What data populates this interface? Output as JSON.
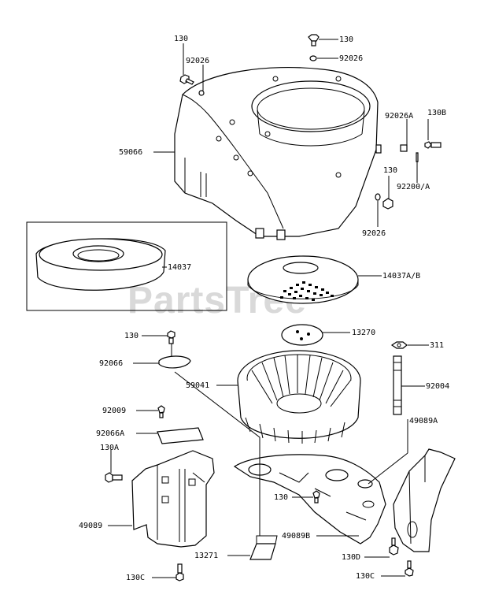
{
  "watermark": "PartsTree",
  "callouts": [
    {
      "id": "c130-top",
      "text": "130"
    },
    {
      "id": "c92026-top",
      "text": "92026"
    },
    {
      "id": "c130-left",
      "text": "130"
    },
    {
      "id": "c92026-left",
      "text": "92026"
    },
    {
      "id": "c59066",
      "text": "59066"
    },
    {
      "id": "c92026A",
      "text": "92026A"
    },
    {
      "id": "c130B",
      "text": "130B"
    },
    {
      "id": "c130-right",
      "text": "130"
    },
    {
      "id": "c92200A",
      "text": "92200/A"
    },
    {
      "id": "c92026-right",
      "text": "92026"
    },
    {
      "id": "c14037",
      "text": "14037"
    },
    {
      "id": "c14037AB",
      "text": "14037A/B"
    },
    {
      "id": "c13270",
      "text": "13270"
    },
    {
      "id": "c130-mid",
      "text": "130"
    },
    {
      "id": "c311",
      "text": "311"
    },
    {
      "id": "c92066",
      "text": "92066"
    },
    {
      "id": "c59041",
      "text": "59041"
    },
    {
      "id": "c92004",
      "text": "92004"
    },
    {
      "id": "c92009",
      "text": "92009"
    },
    {
      "id": "c49089A",
      "text": "49089A"
    },
    {
      "id": "c92066A",
      "text": "92066A"
    },
    {
      "id": "c130A",
      "text": "130A"
    },
    {
      "id": "c130-lower",
      "text": "130"
    },
    {
      "id": "c49089",
      "text": "49089"
    },
    {
      "id": "c49089B",
      "text": "49089B"
    },
    {
      "id": "c130D",
      "text": "130D"
    },
    {
      "id": "c13271",
      "text": "13271"
    },
    {
      "id": "c130C-left",
      "text": "130C"
    },
    {
      "id": "c130C-right",
      "text": "130C"
    }
  ]
}
